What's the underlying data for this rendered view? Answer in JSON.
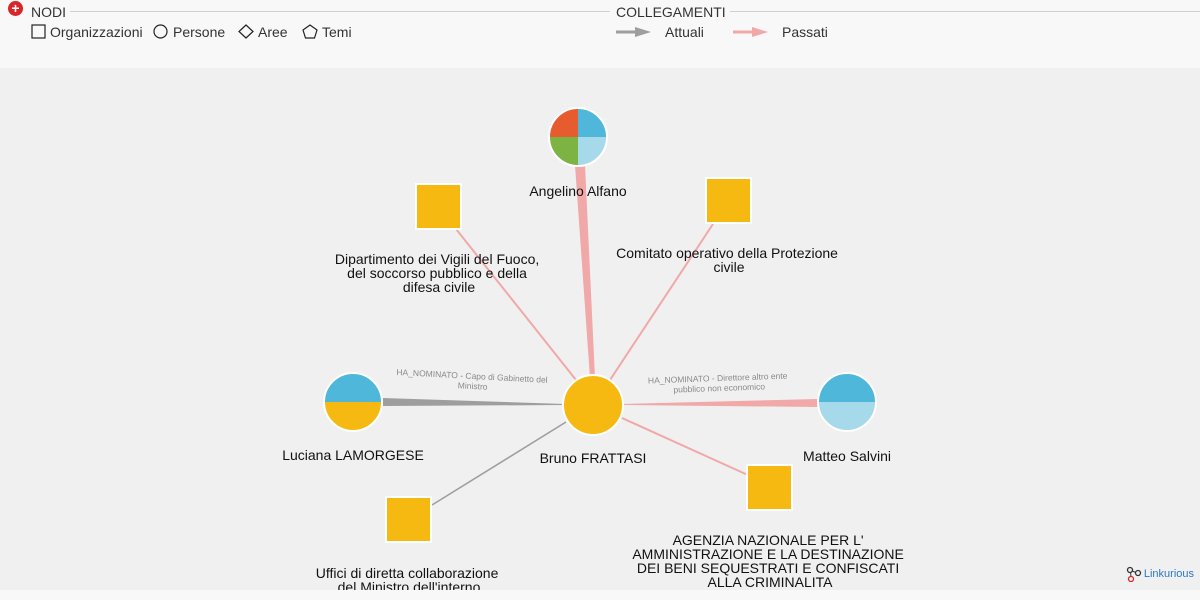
{
  "legend": {
    "nodes_title": "NODI",
    "nodes": [
      {
        "shape": "square",
        "label": "Organizzazioni"
      },
      {
        "shape": "circle",
        "label": "Persone"
      },
      {
        "shape": "diamond",
        "label": "Aree"
      },
      {
        "shape": "pentagon",
        "label": "Temi"
      }
    ],
    "links_title": "COLLEGAMENTI",
    "links": [
      {
        "label": "Attuali",
        "color": "#9e9e9e"
      },
      {
        "label": "Passati",
        "color": "#f1a8a8"
      }
    ]
  },
  "colors": {
    "org": "#f6b912",
    "person_blue": "#4fb7d9",
    "person_light_blue": "#a6d9ea",
    "person_red": "#e65c2e",
    "person_green": "#7cb342",
    "current_link": "#9e9e9e",
    "past_link": "#f1a8a8"
  },
  "graph": {
    "nodes": [
      {
        "id": "frattasi",
        "type": "person",
        "label": [
          "Bruno FRATTASI"
        ]
      },
      {
        "id": "alfano",
        "type": "person",
        "label": [
          "Angelino Alfano"
        ]
      },
      {
        "id": "lamorgese",
        "type": "person",
        "label": [
          "Luciana LAMORGESE"
        ]
      },
      {
        "id": "salvini",
        "type": "person",
        "label": [
          "Matteo Salvini"
        ]
      },
      {
        "id": "vigili",
        "type": "org",
        "label": [
          "Dipartimento dei Vigili del Fuoco,",
          "del soccorso pubblico e della",
          "difesa civile"
        ]
      },
      {
        "id": "protezione",
        "type": "org",
        "label": [
          "Comitato operativo della Protezione",
          "civile"
        ]
      },
      {
        "id": "uffici",
        "type": "org",
        "label": [
          "Uffici di diretta collaborazione",
          "del Ministro dell'interno"
        ]
      },
      {
        "id": "agenzia",
        "type": "org",
        "label": [
          "AGENZIA NAZIONALE PER L'",
          "AMMINISTRAZIONE E LA DESTINAZIONE",
          "DEI BENI SEQUESTRATI E CONFISCATI",
          "ALLA CRIMINALITA"
        ]
      }
    ],
    "edges": [
      {
        "id": "e-lamorgese",
        "label": [
          "HA_NOMINATO - Capo di Gabinetto del",
          "Ministro"
        ]
      },
      {
        "id": "e-salvini",
        "label": [
          "HA_NOMINATO - Direttore altro ente",
          "pubblico non economico"
        ]
      }
    ]
  },
  "watermark": "Linkurious"
}
